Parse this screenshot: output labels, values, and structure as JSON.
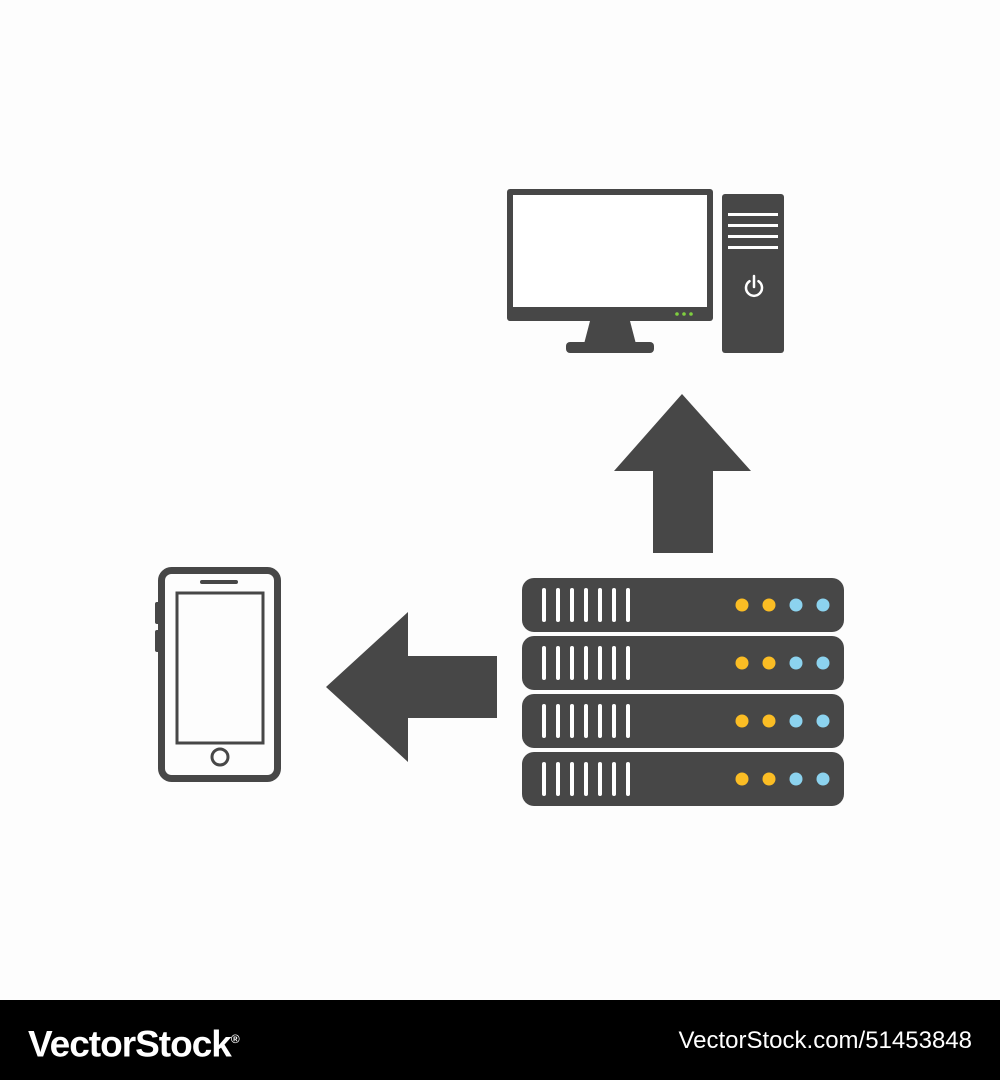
{
  "colors": {
    "background": "#fdfdfd",
    "icon_fill": "#474747",
    "screen": "#ffffff",
    "led_yellow": "#fbbd24",
    "led_blue": "#8cd3ef",
    "monitor_led": "#7fcf3f",
    "footer_bg": "#000000",
    "footer_text": "#ffffff"
  },
  "diagram": {
    "nodes": [
      {
        "id": "computer",
        "icon": "desktop-computer-icon"
      },
      {
        "id": "server",
        "icon": "server-rack-icon",
        "units": 4,
        "leds_per_unit": {
          "yellow": 2,
          "blue": 2
        }
      },
      {
        "id": "phone",
        "icon": "smartphone-icon"
      }
    ],
    "edges": [
      {
        "from": "server",
        "to": "computer",
        "icon": "arrow-up-icon"
      },
      {
        "from": "server",
        "to": "phone",
        "icon": "arrow-left-icon"
      }
    ]
  },
  "footer": {
    "logo": "VectorStock",
    "registered_mark": "®",
    "image_id": "VectorStock.com/51453848"
  }
}
